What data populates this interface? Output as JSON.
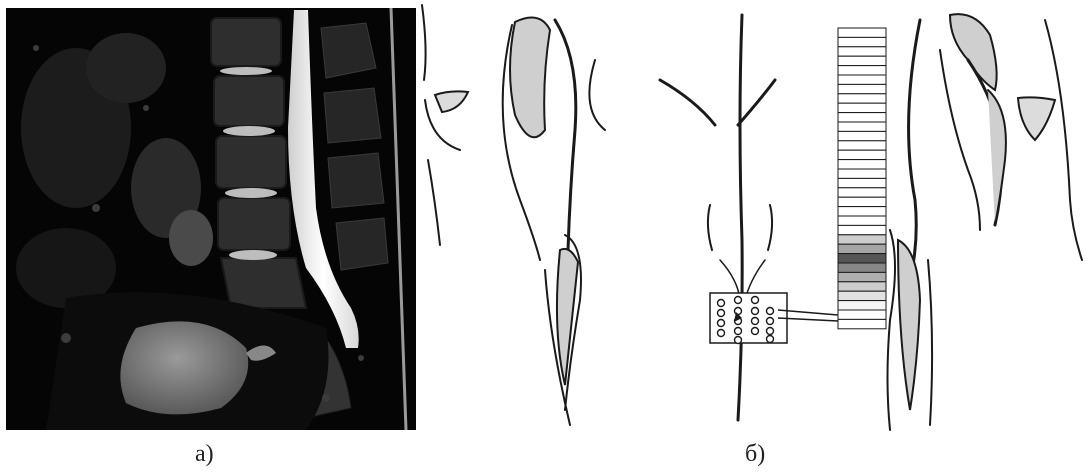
{
  "figure": {
    "caption_a": "а)",
    "caption_b": "б)"
  },
  "panel_a": {
    "icon": "mri-sagittal-lumbar-spine-image"
  },
  "panel_b": {
    "icon": "anterior-torso-sketch-with-electrode-array",
    "strip_levels": [
      0,
      0,
      0,
      0,
      0,
      0,
      0,
      0,
      0,
      0,
      0,
      0,
      0,
      0,
      0,
      0,
      0,
      0,
      0,
      0,
      0,
      0,
      0.25,
      0.45,
      0.85,
      0.6,
      0.4,
      0.25,
      0.15,
      0.05,
      0,
      0
    ]
  },
  "colors": {
    "mri_background": "#050505",
    "ink": "#1a1a1a"
  }
}
